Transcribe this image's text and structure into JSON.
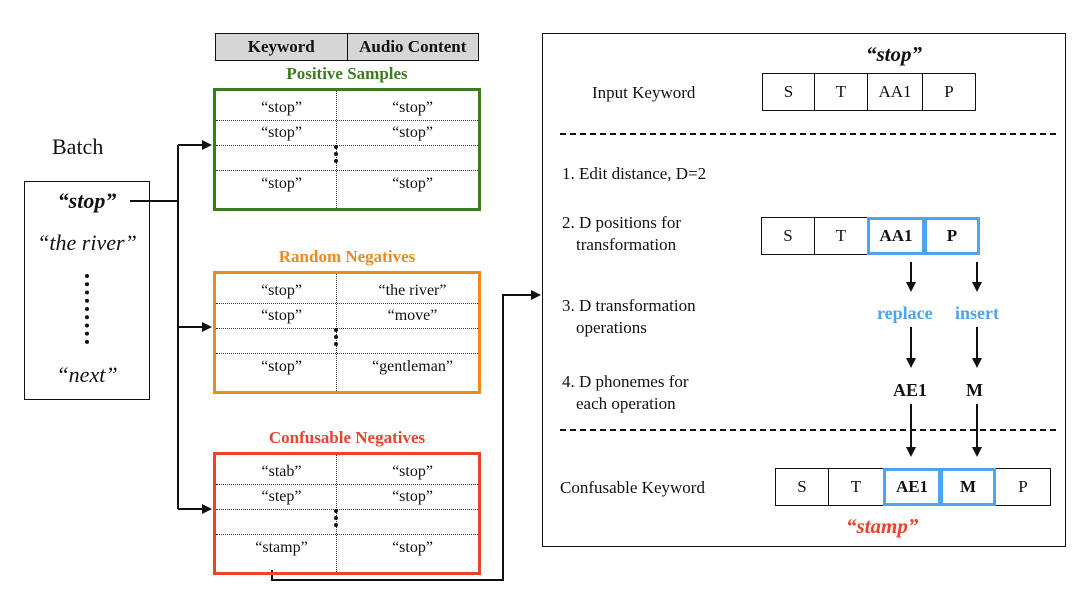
{
  "batch": {
    "title": "Batch",
    "items": [
      "“stop”",
      "“the river”",
      "“next”"
    ]
  },
  "table_header": [
    "Keyword",
    "Audio Content"
  ],
  "groups": [
    {
      "title": "Positive Samples",
      "color": "#3a7d1e",
      "rows": [
        [
          "“stop”",
          "“stop”"
        ],
        [
          "“stop”",
          "“stop”"
        ],
        [
          "",
          ""
        ],
        [
          "“stop”",
          "“stop”"
        ]
      ]
    },
    {
      "title": "Random Negatives",
      "color": "#ee8a1a",
      "rows": [
        [
          "“stop”",
          "“the river”"
        ],
        [
          "“stop”",
          "“move”"
        ],
        [
          "",
          ""
        ],
        [
          "“stop”",
          "“gentleman”"
        ]
      ]
    },
    {
      "title": "Confusable Negatives",
      "color": "#e8432c",
      "rows": [
        [
          "“stab”",
          "“stop”"
        ],
        [
          "“step”",
          "“stop”"
        ],
        [
          "",
          ""
        ],
        [
          "“stamp”",
          "“stop”"
        ]
      ]
    }
  ],
  "panel": {
    "input_word": "“stop”",
    "input_label": "Input Keyword",
    "input_phonemes": [
      "S",
      "T",
      "AA1",
      "P"
    ],
    "step1": "1. Edit distance, D=2",
    "step2": [
      "2. D positions for",
      "transformation"
    ],
    "step2_phonemes": [
      "S",
      "T",
      "AA1",
      "P"
    ],
    "step3": [
      "3. D transformation",
      "operations"
    ],
    "operations": [
      "replace",
      "insert"
    ],
    "step4": [
      "4. D phonemes for",
      "each operation"
    ],
    "new_phonemes": [
      "AE1",
      "M"
    ],
    "output_label": "Confusable Keyword",
    "output_phonemes": [
      "S",
      "T",
      "AE1",
      "M",
      "P"
    ],
    "output_word": "“stamp”",
    "highlight_color": "#4ea4f0",
    "output_word_color": "#e8432c"
  }
}
